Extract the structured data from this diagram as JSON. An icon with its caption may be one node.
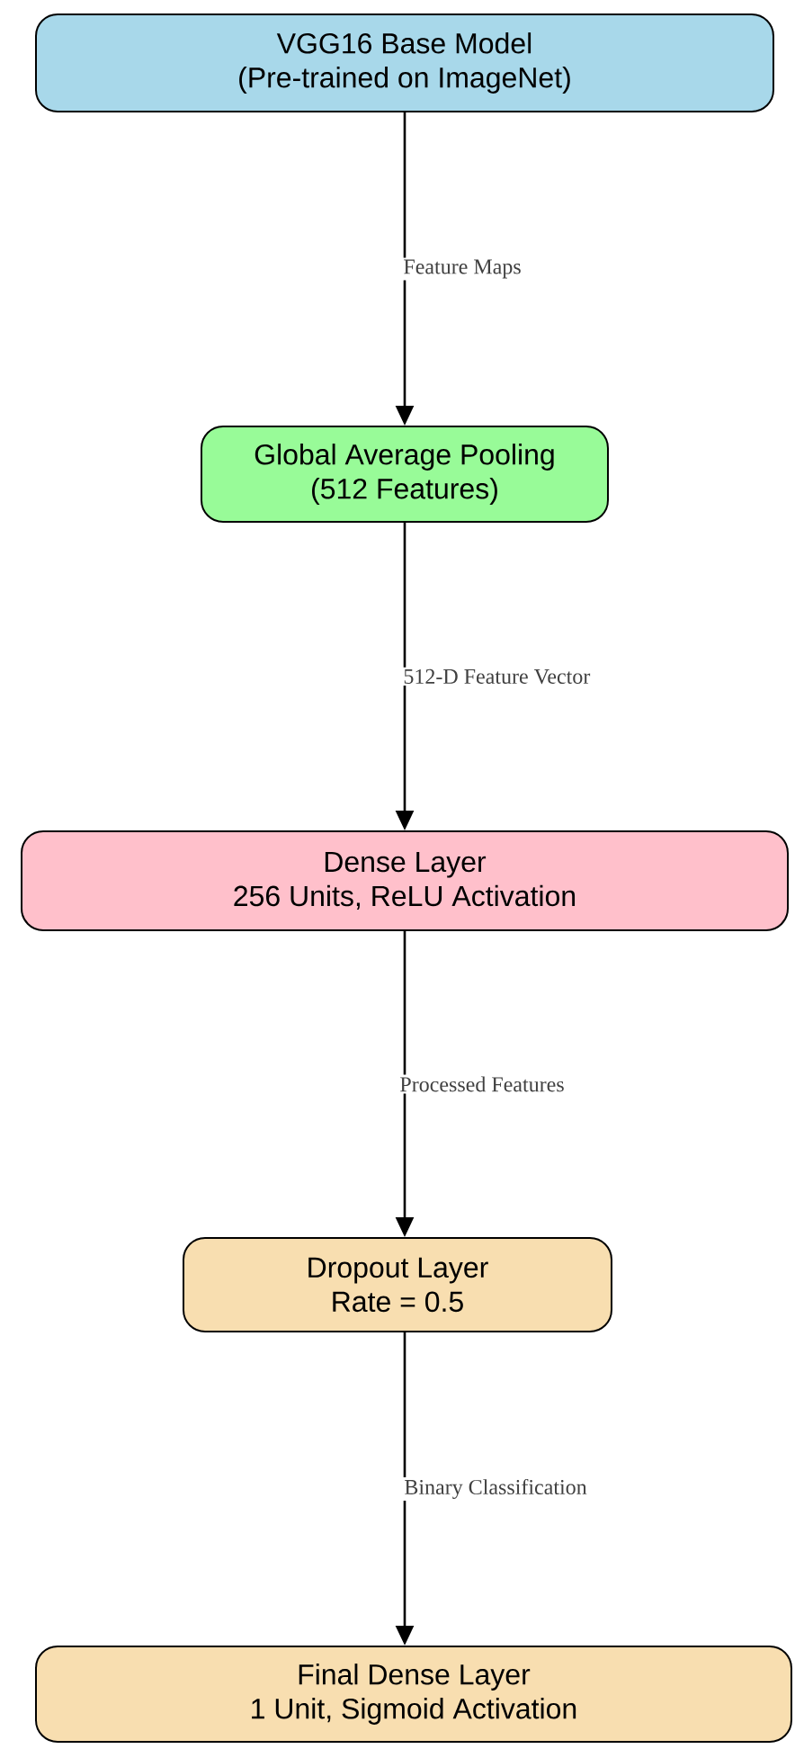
{
  "diagram": {
    "nodes": [
      {
        "text": [
          "VGG16 Base Model",
          "(Pre-trained on ImageNet)"
        ]
      },
      {
        "text": [
          "Global Average Pooling",
          "(512 Features)"
        ]
      },
      {
        "text": [
          "Dense Layer",
          "256 Units, ReLU Activation"
        ]
      },
      {
        "text": [
          "Dropout Layer",
          "Rate = 0.5"
        ]
      },
      {
        "text": [
          "Final Dense Layer",
          "1 Unit, Sigmoid Activation"
        ]
      }
    ],
    "edges": [
      {
        "from": 0,
        "to": 1,
        "arrow": "to",
        "label": "Feature Maps"
      },
      {
        "from": 1,
        "to": 2,
        "arrow": "to",
        "label": "512-D Feature Vector"
      },
      {
        "from": 2,
        "to": 3,
        "arrow": "to",
        "label": "Processed Features"
      },
      {
        "from": 3,
        "to": 4,
        "arrow": "to",
        "label": "Binary Classification"
      }
    ]
  }
}
